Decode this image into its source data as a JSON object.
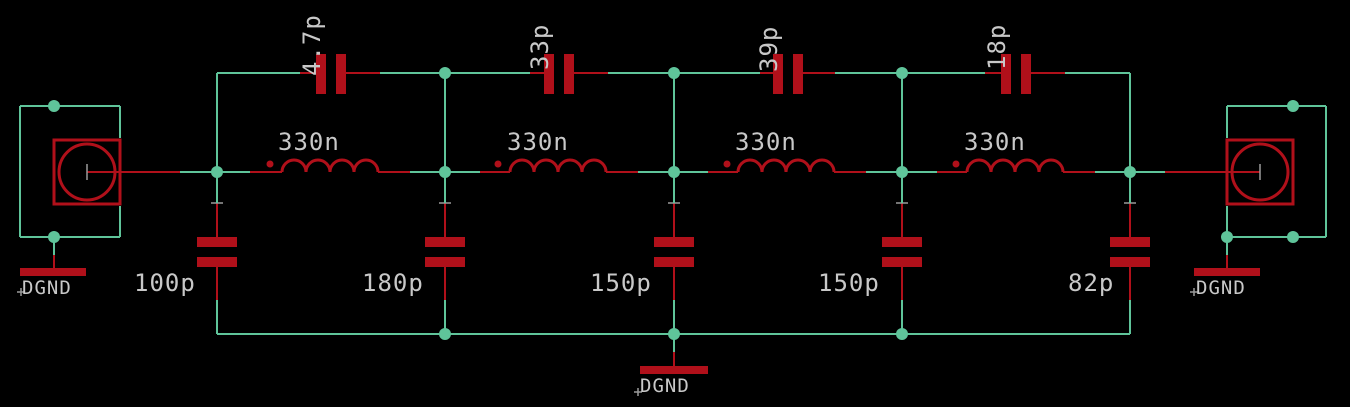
{
  "colors": {
    "background": "#000000",
    "wire": "#5fc49a",
    "component": "#b0101a",
    "text": "#c8c8c8"
  },
  "capacitors": {
    "series": [
      {
        "value": "4.7p"
      },
      {
        "value": "33p"
      },
      {
        "value": "39p"
      },
      {
        "value": "18p"
      }
    ],
    "shunt": [
      {
        "value": "100p"
      },
      {
        "value": "180p"
      },
      {
        "value": "150p"
      },
      {
        "value": "150p"
      },
      {
        "value": "82p"
      }
    ]
  },
  "inductors": [
    {
      "value": "330n"
    },
    {
      "value": "330n"
    },
    {
      "value": "330n"
    },
    {
      "value": "330n"
    }
  ],
  "grounds": {
    "left": "DGND",
    "center": "DGND",
    "right": "DGND"
  },
  "icons": {
    "connectors": [
      "coax-connector-icon",
      "coax-connector-icon"
    ],
    "grounds": [
      "ground-symbol-icon",
      "ground-symbol-icon",
      "ground-symbol-icon"
    ]
  }
}
